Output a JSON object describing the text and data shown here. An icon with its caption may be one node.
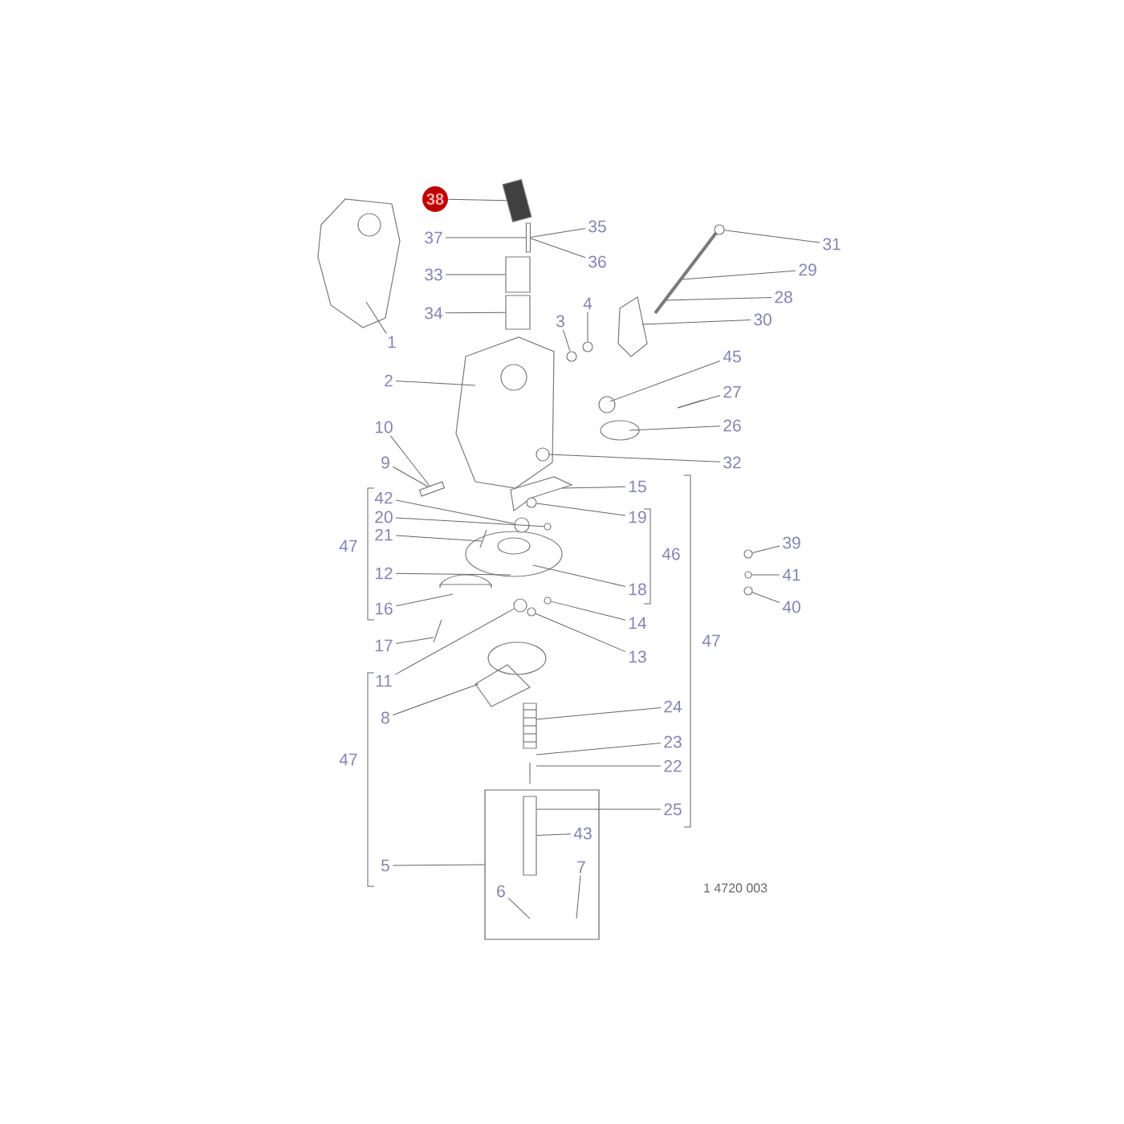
{
  "diagram": {
    "nodes": [
      {
        "text": [
          "38"
        ]
      },
      {
        "text": [
          "35"
        ]
      },
      {
        "text": [
          "37"
        ]
      },
      {
        "text": [
          "36"
        ]
      },
      {
        "text": [
          "31"
        ]
      },
      {
        "text": [
          "33"
        ]
      },
      {
        "text": [
          "29"
        ]
      },
      {
        "text": [
          "28"
        ]
      },
      {
        "text": [
          "34"
        ]
      },
      {
        "text": [
          "4"
        ]
      },
      {
        "text": [
          "30"
        ]
      },
      {
        "text": [
          "3"
        ]
      },
      {
        "text": [
          "1"
        ]
      },
      {
        "text": [
          "45"
        ]
      },
      {
        "text": [
          "2"
        ]
      },
      {
        "text": [
          "27"
        ]
      },
      {
        "text": [
          "26"
        ]
      },
      {
        "text": [
          "10"
        ]
      },
      {
        "text": [
          "9"
        ]
      },
      {
        "text": [
          "32"
        ]
      },
      {
        "text": [
          "15"
        ]
      },
      {
        "text": [
          "42"
        ]
      },
      {
        "text": [
          "20"
        ]
      },
      {
        "text": [
          "19"
        ]
      },
      {
        "text": [
          "21"
        ]
      },
      {
        "text": [
          "12"
        ]
      },
      {
        "text": [
          "18"
        ]
      },
      {
        "text": [
          "16"
        ]
      },
      {
        "text": [
          "14"
        ]
      },
      {
        "text": [
          "17"
        ]
      },
      {
        "text": [
          "13"
        ]
      },
      {
        "text": [
          "11"
        ]
      },
      {
        "text": [
          "39"
        ]
      },
      {
        "text": [
          "41"
        ]
      },
      {
        "text": [
          "40"
        ]
      },
      {
        "text": [
          "8"
        ]
      },
      {
        "text": [
          "24"
        ]
      },
      {
        "text": [
          "23"
        ]
      },
      {
        "text": [
          "22"
        ]
      },
      {
        "text": [
          "25"
        ]
      },
      {
        "text": [],
        "shape": "box"
      },
      {
        "text": [
          "43"
        ],
        "in": 40
      },
      {
        "text": [
          "5"
        ]
      },
      {
        "text": [
          "7"
        ],
        "in": 40
      },
      {
        "text": [
          "6"
        ],
        "in": 40
      },
      {
        "text": [],
        "shape": "circle"
      },
      {
        "text": [],
        "shape": "box"
      },
      {
        "text": [],
        "shape": "box"
      },
      {
        "text": [],
        "shape": "circle"
      },
      {
        "text": [],
        "shape": "circle"
      },
      {
        "text": [],
        "shape": "bar"
      },
      {
        "text": [],
        "shape": "circle"
      },
      {
        "text": [],
        "shape": "circle"
      },
      {
        "text": [],
        "shape": "circle"
      },
      {
        "text": [],
        "shape": "circle"
      },
      {
        "text": [],
        "shape": "circle"
      },
      {
        "text": [],
        "shape": "circle"
      },
      {
        "text": [],
        "shape": "bar",
        "in": 40
      },
      {
        "text": [],
        "shape": "bar"
      },
      {
        "text": [],
        "shape": "circle"
      },
      {
        "text": [],
        "shape": "circle"
      },
      {
        "text": [],
        "shape": "circle"
      },
      {
        "text": [],
        "shape": "box"
      }
    ],
    "edges": [
      {
        "from": 0,
        "to": 46,
        "arrow": "none"
      },
      {
        "from": 1,
        "to": 50,
        "arrow": "none"
      },
      {
        "from": 2,
        "to": 50,
        "arrow": "none"
      },
      {
        "from": 3,
        "to": 50,
        "arrow": "none"
      },
      {
        "from": 4,
        "to": 45,
        "arrow": "none"
      },
      {
        "from": 5,
        "to": 47,
        "arrow": "none"
      },
      {
        "from": 6,
        "to": null,
        "arrow": "none"
      },
      {
        "from": 7,
        "to": null,
        "arrow": "none"
      },
      {
        "from": 8,
        "to": 62,
        "arrow": "none"
      },
      {
        "from": 9,
        "to": 48,
        "arrow": "none"
      },
      {
        "from": 10,
        "to": null,
        "arrow": "none"
      },
      {
        "from": 11,
        "to": 49,
        "arrow": "none"
      },
      {
        "from": 12,
        "to": null,
        "arrow": "none"
      },
      {
        "from": 13,
        "to": null,
        "arrow": "none"
      },
      {
        "from": 14,
        "to": null,
        "arrow": "none"
      },
      {
        "from": 15,
        "to": null,
        "arrow": "none"
      },
      {
        "from": 16,
        "to": null,
        "arrow": "none"
      },
      {
        "from": 17,
        "to": 58,
        "arrow": "none"
      },
      {
        "from": 18,
        "to": 58,
        "arrow": "none"
      },
      {
        "from": 19,
        "to": null,
        "arrow": "none"
      },
      {
        "from": 20,
        "to": null,
        "arrow": "none"
      },
      {
        "from": 21,
        "to": 52,
        "arrow": "none"
      },
      {
        "from": 22,
        "to": 53,
        "arrow": "none"
      },
      {
        "from": 23,
        "to": 51,
        "arrow": "none"
      },
      {
        "from": 24,
        "to": null,
        "arrow": "none"
      },
      {
        "from": 25,
        "to": null,
        "arrow": "none"
      },
      {
        "from": 26,
        "to": null,
        "arrow": "none"
      },
      {
        "from": 27,
        "to": null,
        "arrow": "none"
      },
      {
        "from": 28,
        "to": 59,
        "arrow": "none"
      },
      {
        "from": 29,
        "to": null,
        "arrow": "none"
      },
      {
        "from": 30,
        "to": 61,
        "arrow": "none"
      },
      {
        "from": 31,
        "to": 60,
        "arrow": "none"
      },
      {
        "from": 32,
        "to": 54,
        "arrow": "none"
      },
      {
        "from": 33,
        "to": 55,
        "arrow": "none"
      },
      {
        "from": 34,
        "to": 56,
        "arrow": "none"
      },
      {
        "from": 35,
        "to": null,
        "arrow": "none"
      },
      {
        "from": 36,
        "to": null,
        "arrow": "none"
      },
      {
        "from": 37,
        "to": null,
        "arrow": "none"
      },
      {
        "from": 38,
        "to": null,
        "arrow": "none"
      },
      {
        "from": 39,
        "to": 57,
        "arrow": "none"
      },
      {
        "from": 41,
        "to": 57,
        "arrow": "none"
      },
      {
        "from": 42,
        "to": 40,
        "arrow": "none"
      },
      {
        "from": 43,
        "to": null,
        "arrow": "none"
      },
      {
        "from": 44,
        "to": null,
        "arrow": "none"
      }
    ],
    "labels": [
      "47",
      "46",
      "47",
      "47",
      "1 4720 003"
    ]
  }
}
